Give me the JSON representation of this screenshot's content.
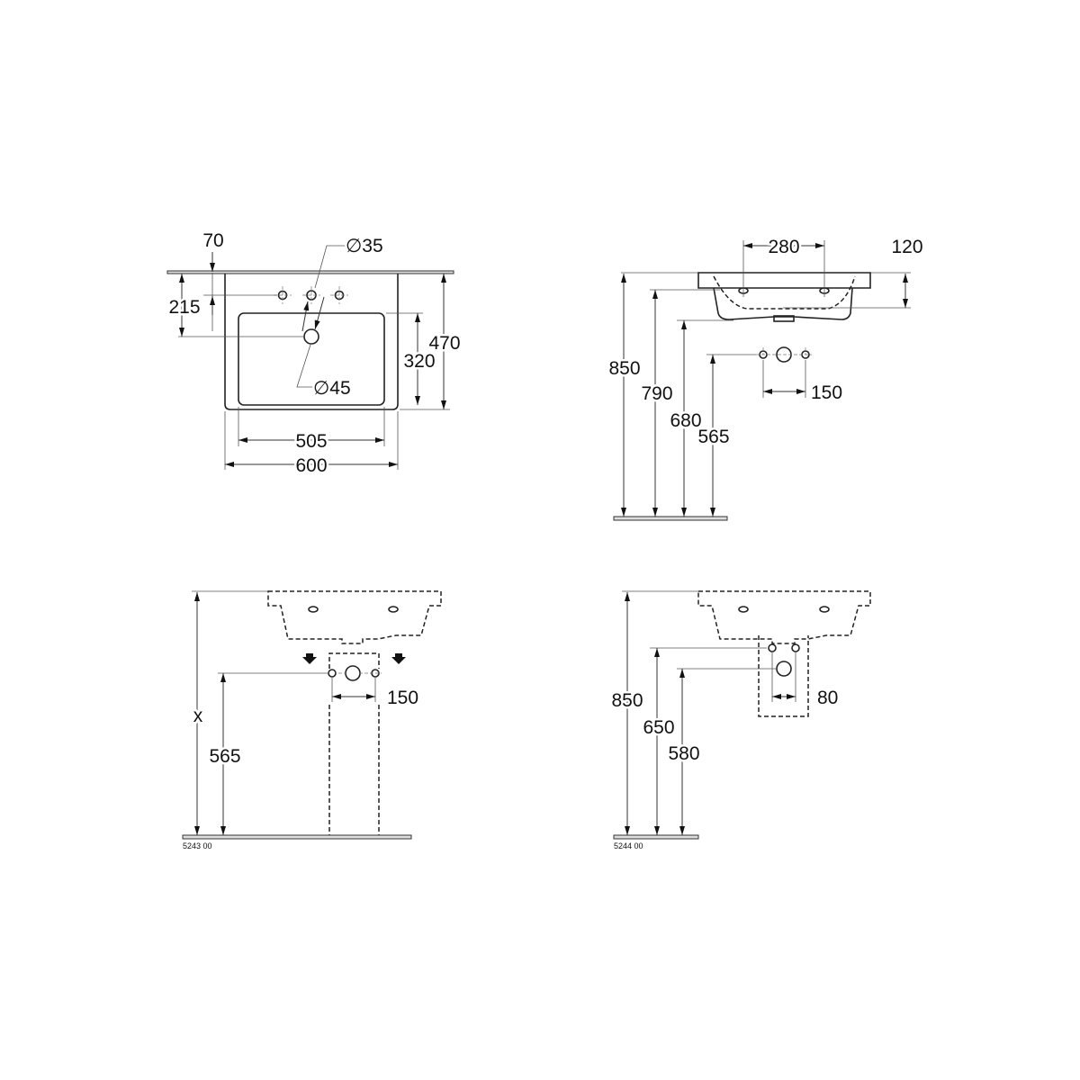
{
  "top_view": {
    "dim_70": "70",
    "dim_215": "215",
    "dim_470": "470",
    "dim_320": "320",
    "dim_505": "505",
    "dim_600": "600",
    "dia_35": "∅35",
    "dia_45": "∅45"
  },
  "side_view": {
    "dim_280": "280",
    "dim_120": "120",
    "dim_850": "850",
    "dim_790": "790",
    "dim_680": "680",
    "dim_565": "565",
    "dim_150": "150"
  },
  "pedestal_view": {
    "dim_x": "x",
    "dim_565": "565",
    "dim_150": "150",
    "code": "5243 00"
  },
  "semi_pedestal_view": {
    "dim_850": "850",
    "dim_650": "650",
    "dim_580": "580",
    "dim_80": "80",
    "code": "5244 00"
  }
}
